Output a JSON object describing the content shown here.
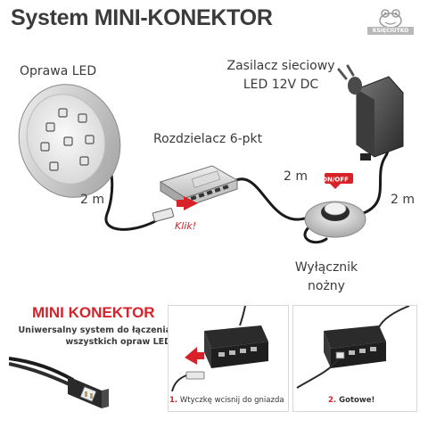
{
  "header": {
    "title": "System MINI-KONEKTOR",
    "logo_text": "KSIĘCIUTKO"
  },
  "diagram": {
    "oprawa_label": "Oprawa LED",
    "zasilacz_line1": "Zasilacz sieciowy",
    "zasilacz_line2": "LED 12V DC",
    "rozdzielacz_label": "Rozdzielacz 6-pkt",
    "cable_left_label": "2 m",
    "cable_mid_label": "2 m",
    "cable_right_label": "2 m",
    "onoff_label": "ON/OFF",
    "klik_label": "Klik!",
    "wylacznik_line1": "Wyłącznik",
    "wylacznik_line2": "nożny"
  },
  "bottom": {
    "mk_title": "MINI KONEKTOR",
    "mk_desc_line1": "Uniwersalny system do łączenia",
    "mk_desc_line2": "wszystkich opraw LED",
    "step1_num": "1.",
    "step1_text": "Wtyczkę wcisnij do gniazda",
    "step2_num": "2.",
    "step2_text": "Gotowe!"
  },
  "colors": {
    "accent_red": "#d8222a",
    "text_dark": "#3a3a3a"
  }
}
